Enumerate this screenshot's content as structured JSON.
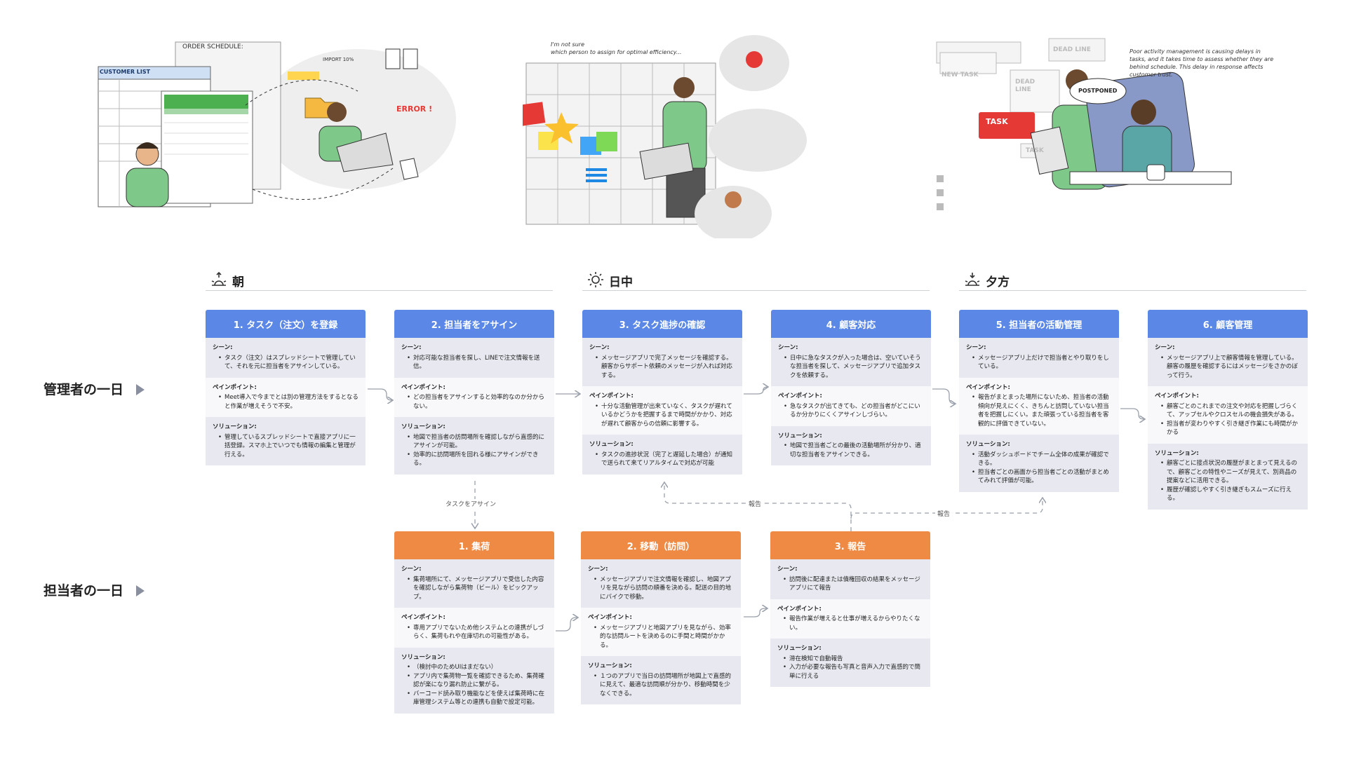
{
  "colors": {
    "manager_header": "#5b88e6",
    "staff_header": "#ef8a44",
    "section_shade": "#e7e8f0",
    "section_light": "#f8f8fb",
    "connector": "#9aa0aa"
  },
  "illustrations": {
    "scene1": {
      "order_schedule": "ORDER SCHEDULE:",
      "customer_list": "CUSTOMER LIST",
      "import_label": "IMPORT 10%",
      "error_label": "ERROR !"
    },
    "scene2": {
      "speech": "I'm not sure\nwhich person to assign for optimal efficiency..."
    },
    "scene3": {
      "tags": [
        "NEW TASK",
        "DEAD LINE",
        "DEAD LINE",
        "TASK",
        "TASK"
      ],
      "postponed": "POSTPONED",
      "speech": "Poor activity management is causing delays in tasks, and it takes time to assess whether they are behind schedule. This delay in response affects customer trust."
    }
  },
  "phases": [
    {
      "label": "朝",
      "icon": "sunrise-icon"
    },
    {
      "label": "日中",
      "icon": "sun-icon"
    },
    {
      "label": "夕方",
      "icon": "sunset-icon"
    }
  ],
  "rows": {
    "manager": "管理者の一日",
    "staff": "担当者の一日"
  },
  "manager_cards": [
    {
      "title": "1. タスク（注文）を登録",
      "scene_label": "シーン:",
      "scene": [
        "タスク（注文）はスプレッドシートで管理していて、それを元に担当者をアサインしている。"
      ],
      "pain_label": "ペインポイント:",
      "pain": [
        "Meet導入で今までとは別の管理方法をするとなると作業が増えそうで不安。"
      ],
      "solution_label": "ソリューション:",
      "solution": [
        "管理しているスプレッドシートで直接アプリに一括登録。スマホ上でいつでも情報の編集と管理が行える。"
      ]
    },
    {
      "title": "2. 担当者をアサイン",
      "scene_label": "シーン:",
      "scene": [
        "対応可能な担当者を探し、LINEで注文情報を送信。"
      ],
      "pain_label": "ペインポイント:",
      "pain": [
        "どの担当者をアサインすると効率的なのか分からない。"
      ],
      "solution_label": "ソリューション:",
      "solution": [
        "地図で担当者の訪問場所を確認しながら直感的にアサインが可能。",
        "効率的に訪問場所を回れる様にアサインができる。"
      ]
    },
    {
      "title": "3. タスク進捗の確認",
      "scene_label": "シーン:",
      "scene": [
        "メッセージアプリで完了メッセージを確認する。顧客からサポート依頼のメッセージが入れば対応する。"
      ],
      "pain_label": "ペインポイント:",
      "pain": [
        "十分な活動管理が出来ていなく、タスクが遅れているかどうかを把握するまで時間がかかり、対応が遅れて顧客からの信頼に影響する。"
      ],
      "solution_label": "ソリューション:",
      "solution": [
        "タスクの進捗状況（完了と遅延した場合）が通知で送られて来てリアルタイムで対応が可能"
      ]
    },
    {
      "title": "4. 顧客対応",
      "scene_label": "シーン:",
      "scene": [
        "日中に急なタスクが入った場合は、空いていそうな担当者を探して、メッセージアプリで追加タスクを依頼する。"
      ],
      "pain_label": "ペインポイント:",
      "pain": [
        "急なタスクが出てきても、どの担当者がどこにいるか分かりにくくアサインしづらい。"
      ],
      "solution_label": "ソリューション:",
      "solution": [
        "地図で担当者ごとの最後の活動場所が分かり、適切な担当者をアサインできる。"
      ]
    },
    {
      "title": "5. 担当者の活動管理",
      "scene_label": "シーン:",
      "scene": [
        "メッセージアプリ上だけで担当者とやり取りをしている。"
      ],
      "pain_label": "ペインポイント:",
      "pain": [
        "報告がまとまった場所にないため、担当者の活動傾向が見えにくく、きちんと訪問していない担当者を把握しにくい。また頑張っている担当者を客観的に評価できていない。"
      ],
      "solution_label": "ソリューション:",
      "solution": [
        "活動ダッシュボードでチーム全体の成果が確認できる。",
        "担当者ごとの画面から担当者ごとの活動がまとめてみれて評価が可能。"
      ]
    },
    {
      "title": "6. 顧客管理",
      "scene_label": "シーン:",
      "scene": [
        "メッセージアプリ上で顧客情報を管理している。顧客の履歴を確認するにはメッセージをさかのぼって行う。"
      ],
      "pain_label": "ペインポイント:",
      "pain": [
        "顧客ごとのこれまでの注文や対応を把握しづらくて、アップセルやクロスセルの機会損失がある。",
        "担当者が変わりやすく引き継ぎ作業にも時間がかかる"
      ],
      "solution_label": "ソリューション:",
      "solution": [
        "顧客ごとに接点状況の履歴がまとまって見えるので、顧客ごとの特性やニーズが見えて、別商品の提案などに活用できる。",
        "履歴が確認しやすく引き継ぎもスムーズに行える。"
      ]
    }
  ],
  "staff_cards": [
    {
      "title": "1. 集荷",
      "scene_label": "シーン:",
      "scene": [
        "集荷場所にて、メッセージアプリで受信した内容を確認しながら集荷物（ビール）をピックアップ。"
      ],
      "pain_label": "ペインポイント:",
      "pain": [
        "専用アプリでないため他システムとの連携がしづらく、集荷もれや在庫切れの可能性がある。"
      ],
      "solution_label": "ソリューション:",
      "solution": [
        "（検討中のためUIはまだない）",
        "アプリ内で集荷物一覧を確認できるため、集荷確認が楽になり漏れ防止に繋がる。",
        "バーコード読み取り機能などを使えば集荷時に在庫管理システム等との連携も自動で設定可能。"
      ]
    },
    {
      "title": "2. 移動（訪問）",
      "scene_label": "シーン:",
      "scene": [
        "メッセージアプリで注文情報を確認し、地図アプリを見ながら訪問の順番を決める。配送の目的地にバイクで移動。"
      ],
      "pain_label": "ペインポイント:",
      "pain": [
        "メッセージアプリと地図アプリを見ながら、効率的な訪問ルートを決めるのに手間と時間がかかる。"
      ],
      "solution_label": "ソリューション:",
      "solution": [
        "１つのアプリで当日の訪問場所が地図上で直感的に見えて、最適な訪問順が分かり、移動時間を少なくできる。"
      ]
    },
    {
      "title": "3. 報告",
      "scene_label": "シーン:",
      "scene": [
        "訪問後に配達または債権回収の結果をメッセージアプリにて報告"
      ],
      "pain_label": "ペインポイント:",
      "pain": [
        "報告作業が増えると仕事が増えるからやりたくない。"
      ],
      "solution_label": "ソリューション:",
      "solution": [
        "滞在検知で自動報告",
        "入力が必要な報告も写真と音声入力で直感的で簡単に行える"
      ]
    }
  ],
  "flow_labels": {
    "assign": "タスクをアサイン",
    "report1": "報告",
    "report2": "報告"
  }
}
